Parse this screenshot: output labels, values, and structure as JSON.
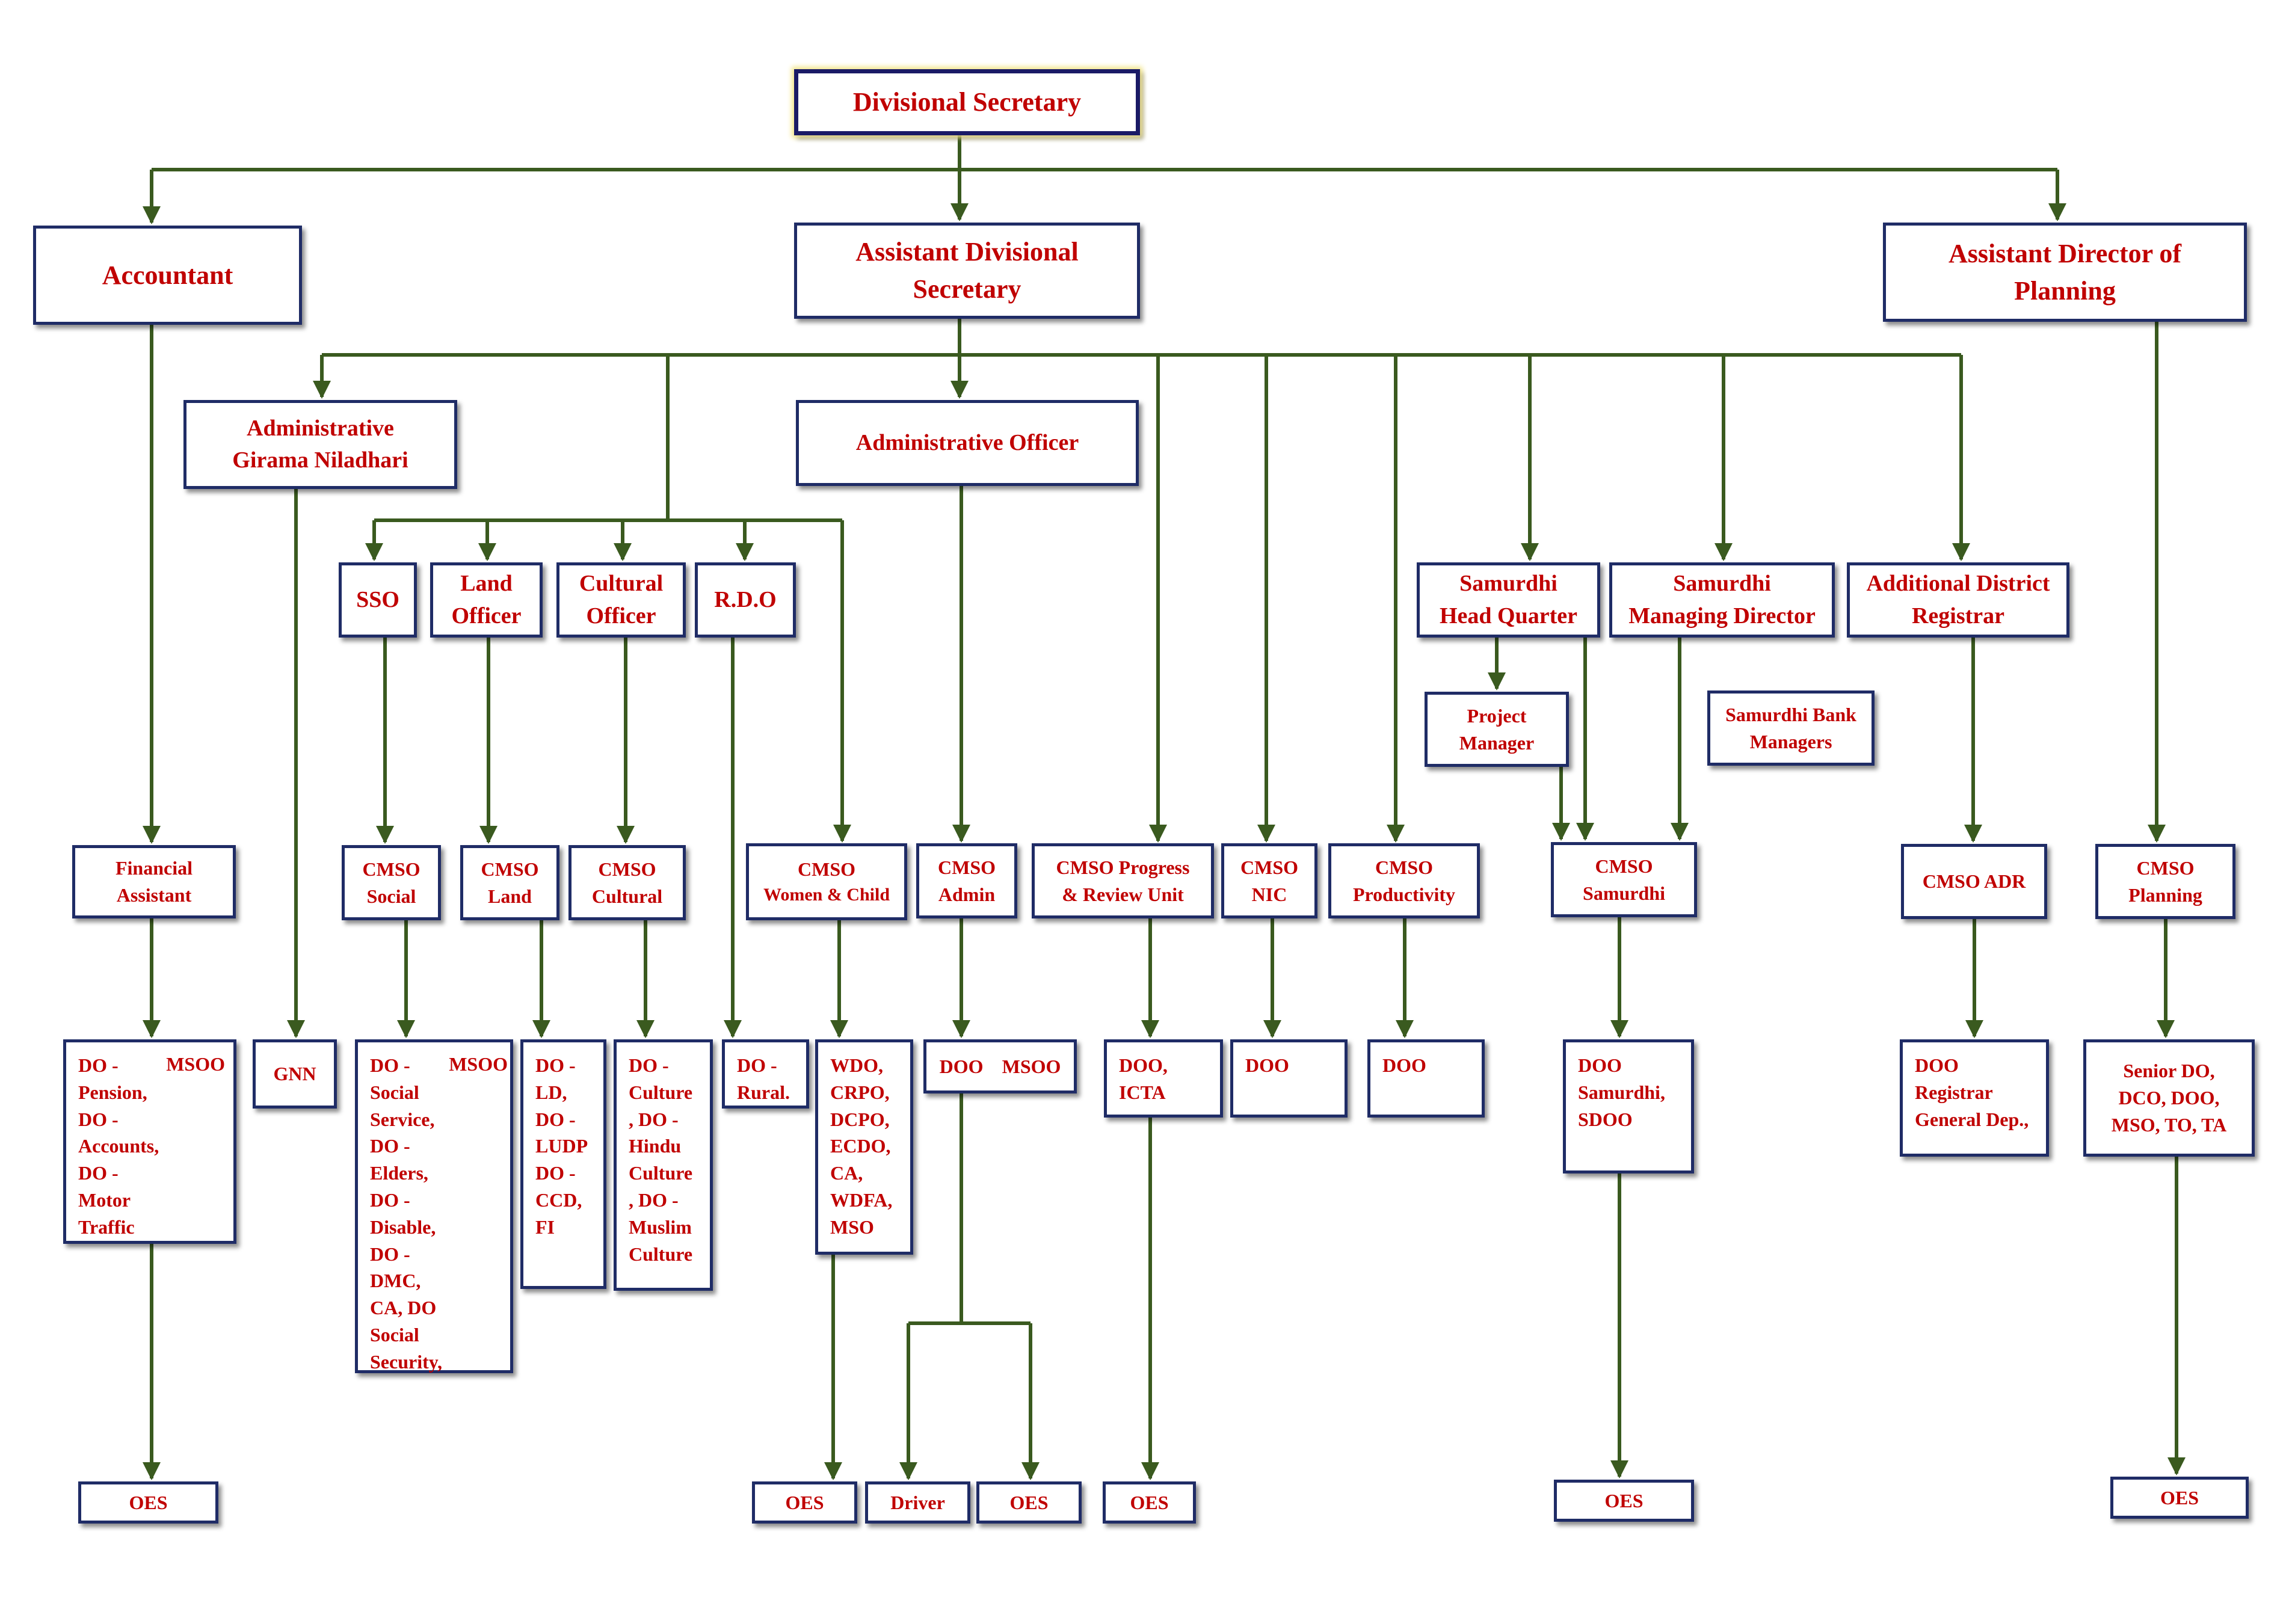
{
  "root": {
    "label": "Divisional Secretary"
  },
  "level1": {
    "accountant": "Accountant",
    "ads": "Assistant Divisional\nSecretary",
    "adp": "Assistant Director of\nPlanning"
  },
  "level2": {
    "agn": "Administrative\nGirama Niladhari",
    "ao": "Administrative Officer"
  },
  "level3": {
    "sso": "SSO",
    "land_officer": "Land\nOfficer",
    "cultural_officer": "Cultural\nOfficer",
    "rdo": "R.D.O",
    "samurdhi_hq": "Samurdhi\nHead Quarter",
    "samurdhi_md": "Samurdhi\nManaging Director",
    "adr": "Additional District\nRegistrar",
    "project_manager": "Project\nManager",
    "samurdhi_bank": "Samurdhi Bank\nManagers"
  },
  "cmso": {
    "financial_assistant": "Financial\nAssistant",
    "social": "CMSO\nSocial",
    "land": "CMSO\nLand",
    "cultural": "CMSO\nCultural",
    "women_child_title": "CMSO",
    "women_child_sub": "Women & Child",
    "admin": "CMSO\nAdmin",
    "progress": "CMSO Progress\n& Review Unit",
    "nic": "CMSO\nNIC",
    "productivity": "CMSO\nProductivity",
    "samurdhi": "CMSO\nSamurdhi",
    "adr": "CMSO ADR",
    "planning": "CMSO\nPlanning"
  },
  "do_level": {
    "accounts_left": "DO -\nPension,\nDO -\nAccounts,\nDO -\nMotor\nTraffic",
    "accounts_right": "MSOO",
    "gnn": "GNN",
    "social_left": "DO -\nSocial\nService,\nDO -\nElders,\nDO -\nDisable,\nDO -\nDMC,\nCA, DO\nSocial\nSecurity,",
    "social_right": "MSOO",
    "land": "DO -\nLD,\nDO -\nLUDP\nDO -\nCCD,\nFI",
    "culture": "DO -\nCulture\n, DO -\nHindu\nCulture\n, DO -\nMuslim\nCulture",
    "rural": "DO -\nRural.",
    "women": "WDO,\nCRPO,\nDCPO,\nECDO,\nCA,\nWDFA,\nMSO",
    "admin_left": "DOO",
    "admin_right": "MSOO",
    "progress": "DOO,\nICTA",
    "nic": "DOO",
    "productivity": "DOO",
    "samurdhi": "DOO\nSamurdhi,\nSDOO",
    "adr": "DOO\nRegistrar\nGeneral Dep.,",
    "planning": "Senior DO,\nDCO, DOO,\nMSO, TO, TA"
  },
  "bottom": {
    "oes_1": "OES",
    "oes_2": "OES",
    "driver": "Driver",
    "oes_3": "OES",
    "oes_4": "OES",
    "oes_5": "OES",
    "oes_6": "OES"
  },
  "colors": {
    "connector": "#3a5a1f",
    "box_border": "#1f2c66",
    "text": "#c00000",
    "root_glow": "#f2e58a"
  }
}
